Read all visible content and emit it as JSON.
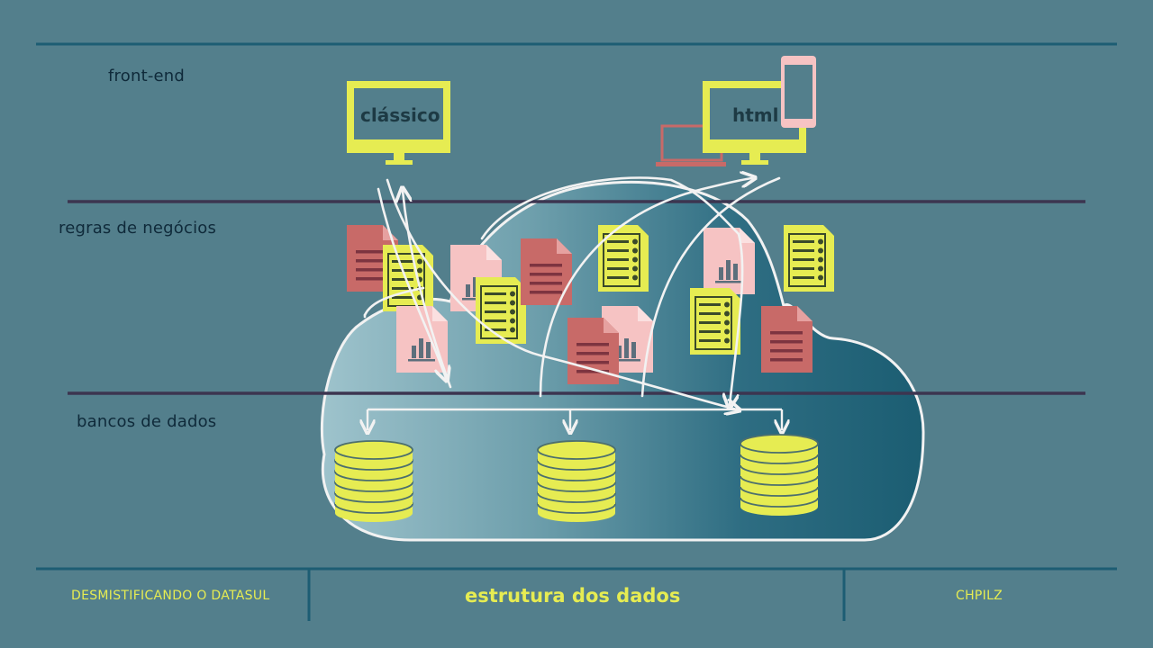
{
  "colors": {
    "background": "#537f8c",
    "accent_yellow": "#e6ec52",
    "doc_red": "#c86a68",
    "doc_pink": "#f6c3c3",
    "chalk": "#f2f2f2",
    "divider_dark": "#3c3550",
    "divider_teal": "#1d5d73"
  },
  "layers": {
    "frontend": "front-end",
    "business": "regras de negócios",
    "database": "bancos de dados"
  },
  "screens": {
    "classic": "clássico",
    "html": "html"
  },
  "footer": {
    "left": "DESMISTIFICANDO O DATASUL",
    "center": "estrutura dos dados",
    "right": "CHPILZ"
  },
  "icons": [
    "monitor-icon",
    "laptop-icon",
    "smartphone-icon",
    "document-icon",
    "chart-document-icon",
    "checklist-icon",
    "database-icon"
  ]
}
